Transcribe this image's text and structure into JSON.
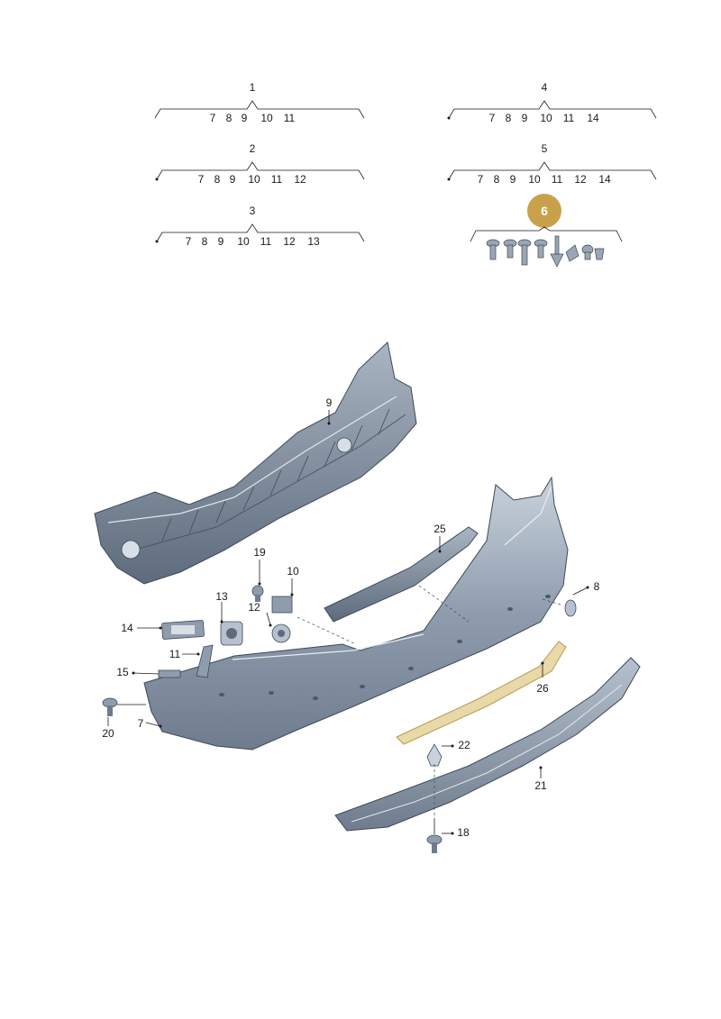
{
  "groups": [
    {
      "id": "1",
      "items": [
        "7",
        "8",
        "9",
        "10",
        "11"
      ]
    },
    {
      "id": "2",
      "items": [
        "7",
        "8",
        "9",
        "10",
        "11",
        "12"
      ]
    },
    {
      "id": "3",
      "items": [
        "7",
        "8",
        "9",
        "10",
        "11",
        "12",
        "13"
      ]
    },
    {
      "id": "4",
      "items": [
        "7",
        "8",
        "9",
        "10",
        "11",
        "14"
      ]
    },
    {
      "id": "5",
      "items": [
        "7",
        "8",
        "9",
        "10",
        "11",
        "12",
        "14"
      ]
    }
  ],
  "highlight": {
    "id": "6",
    "color": "#c9a14a"
  },
  "callouts": [
    "7",
    "8",
    "9",
    "10",
    "11",
    "12",
    "13",
    "14",
    "15",
    "18",
    "19",
    "20",
    "21",
    "22",
    "25",
    "26"
  ],
  "colors": {
    "part_fill": "#8e9cad",
    "part_dark": "#5d6b7c",
    "part_light": "#c9d2dc",
    "highlight_strip": "#e9d9a8"
  }
}
